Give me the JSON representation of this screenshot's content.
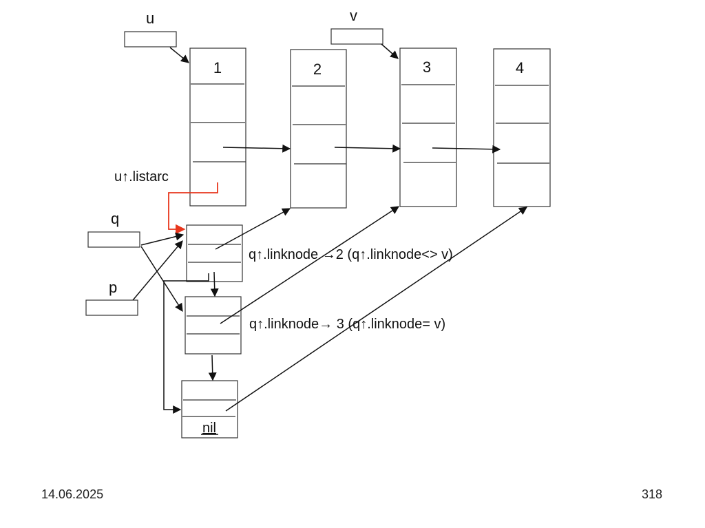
{
  "diagram": {
    "pointer_vars": [
      {
        "id": "u",
        "label": "u"
      },
      {
        "id": "v",
        "label": "v"
      },
      {
        "id": "q",
        "label": "q"
      },
      {
        "id": "p",
        "label": "p"
      }
    ],
    "head_nodes": [
      {
        "id": "n1",
        "label": "1"
      },
      {
        "id": "n2",
        "label": "2"
      },
      {
        "id": "n3",
        "label": "3"
      },
      {
        "id": "n4",
        "label": "4"
      }
    ],
    "arc_nodes": [
      {
        "id": "a1",
        "tail": ""
      },
      {
        "id": "a2",
        "tail": ""
      },
      {
        "id": "a3",
        "tail": "nil"
      }
    ],
    "annotations": {
      "listarc": "u↑.listarc",
      "linknode_2": "q↑.linknode →2 (q↑.linknode<> v)",
      "linknode_3": "q↑.linknode→ 3 (q↑.linknode= v)"
    },
    "colors": {
      "highlight_arrow": "#e8361c",
      "line": "#111111"
    }
  },
  "footer": {
    "date": "14.06.2025",
    "page_number": "318"
  }
}
